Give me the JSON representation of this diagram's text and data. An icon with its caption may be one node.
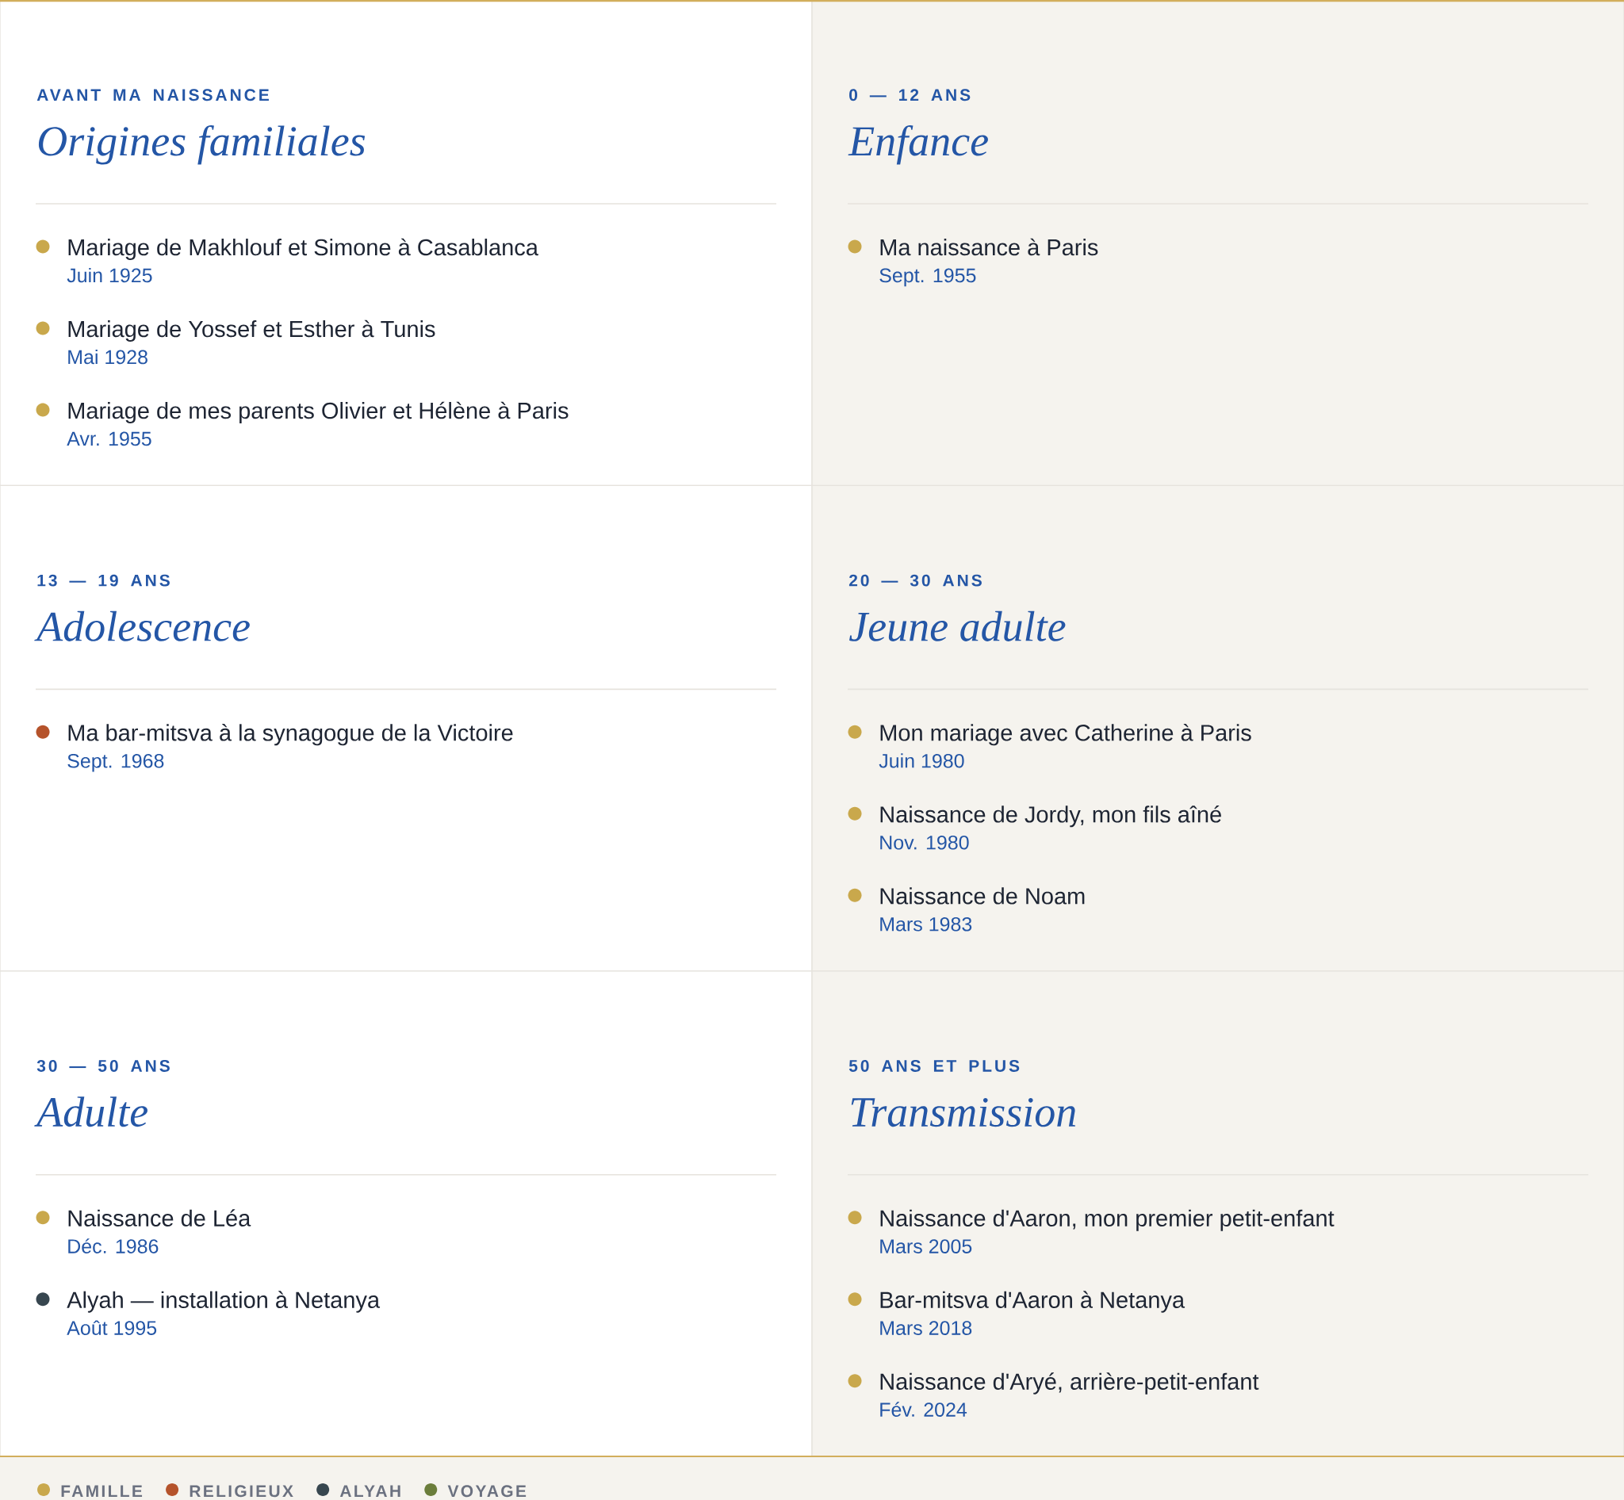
{
  "diagram": {
    "nodes": [
      {
        "text": [
          "AVANT MA NAISSANCE",
          "Origines familiales"
        ]
      },
      {
        "text": [
          "Mariage de Makhlouf et Simone à Casablanca",
          "Juin 1925"
        ],
        "in": 0
      },
      {
        "text": [
          "Mariage de Yossef et Esther à Tunis",
          "Mai 1928"
        ],
        "in": 0
      },
      {
        "text": [
          "Mariage de mes parents Olivier et Hélène à Paris",
          "Avr. 1955"
        ],
        "in": 0
      },
      {
        "text": [
          "0 — 12 ANS",
          "Enfance"
        ]
      },
      {
        "text": [
          "Ma naissance à Paris",
          "Sept. 1955"
        ],
        "in": 4
      },
      {
        "text": [
          "13 — 19 ANS",
          "Adolescence"
        ]
      },
      {
        "text": [
          "Ma bar-mitsva à la synagogue de la Victoire",
          "Sept. 1968"
        ],
        "in": 6
      },
      {
        "text": [
          "20 — 30 ANS",
          "Jeune adulte"
        ]
      },
      {
        "text": [
          "Mon mariage avec Catherine à Paris",
          "Juin 1980"
        ],
        "in": 8
      },
      {
        "text": [
          "Naissance de Jordy, mon fils aîné",
          "Nov. 1980"
        ],
        "in": 8
      },
      {
        "text": [
          "Naissance de Noam",
          "Mars 1983"
        ],
        "in": 8
      },
      {
        "text": [
          "30 — 50 ANS",
          "Adulte"
        ]
      },
      {
        "text": [
          "Naissance de Léa",
          "Déc. 1986"
        ],
        "in": 12
      },
      {
        "text": [
          "Alyah — installation à Netanya",
          "Août 1995"
        ],
        "in": 12
      },
      {
        "text": [
          "50 ANS ET PLUS",
          "Transmission"
        ]
      },
      {
        "text": [
          "Naissance d'Aaron, mon premier petit-enfant",
          "Mars 2005"
        ],
        "in": 15
      },
      {
        "text": [
          "Bar-mitsva d'Aaron à Netanya",
          "Mars 2018"
        ],
        "in": 15
      },
      {
        "text": [
          "Naissance d'Aryé, arrière-petit-enfant",
          "Fév. 2024"
        ],
        "in": 15
      }
    ],
    "legend": [
      {
        "text": "FAMILLE",
        "color": "#c9a84c"
      },
      {
        "text": "RELIGIEUX",
        "color": "#b5532b"
      },
      {
        "text": "ALYAH",
        "color": "#37464f"
      },
      {
        "text": "VOYAGE",
        "color": "#6b7d3b"
      }
    ]
  }
}
